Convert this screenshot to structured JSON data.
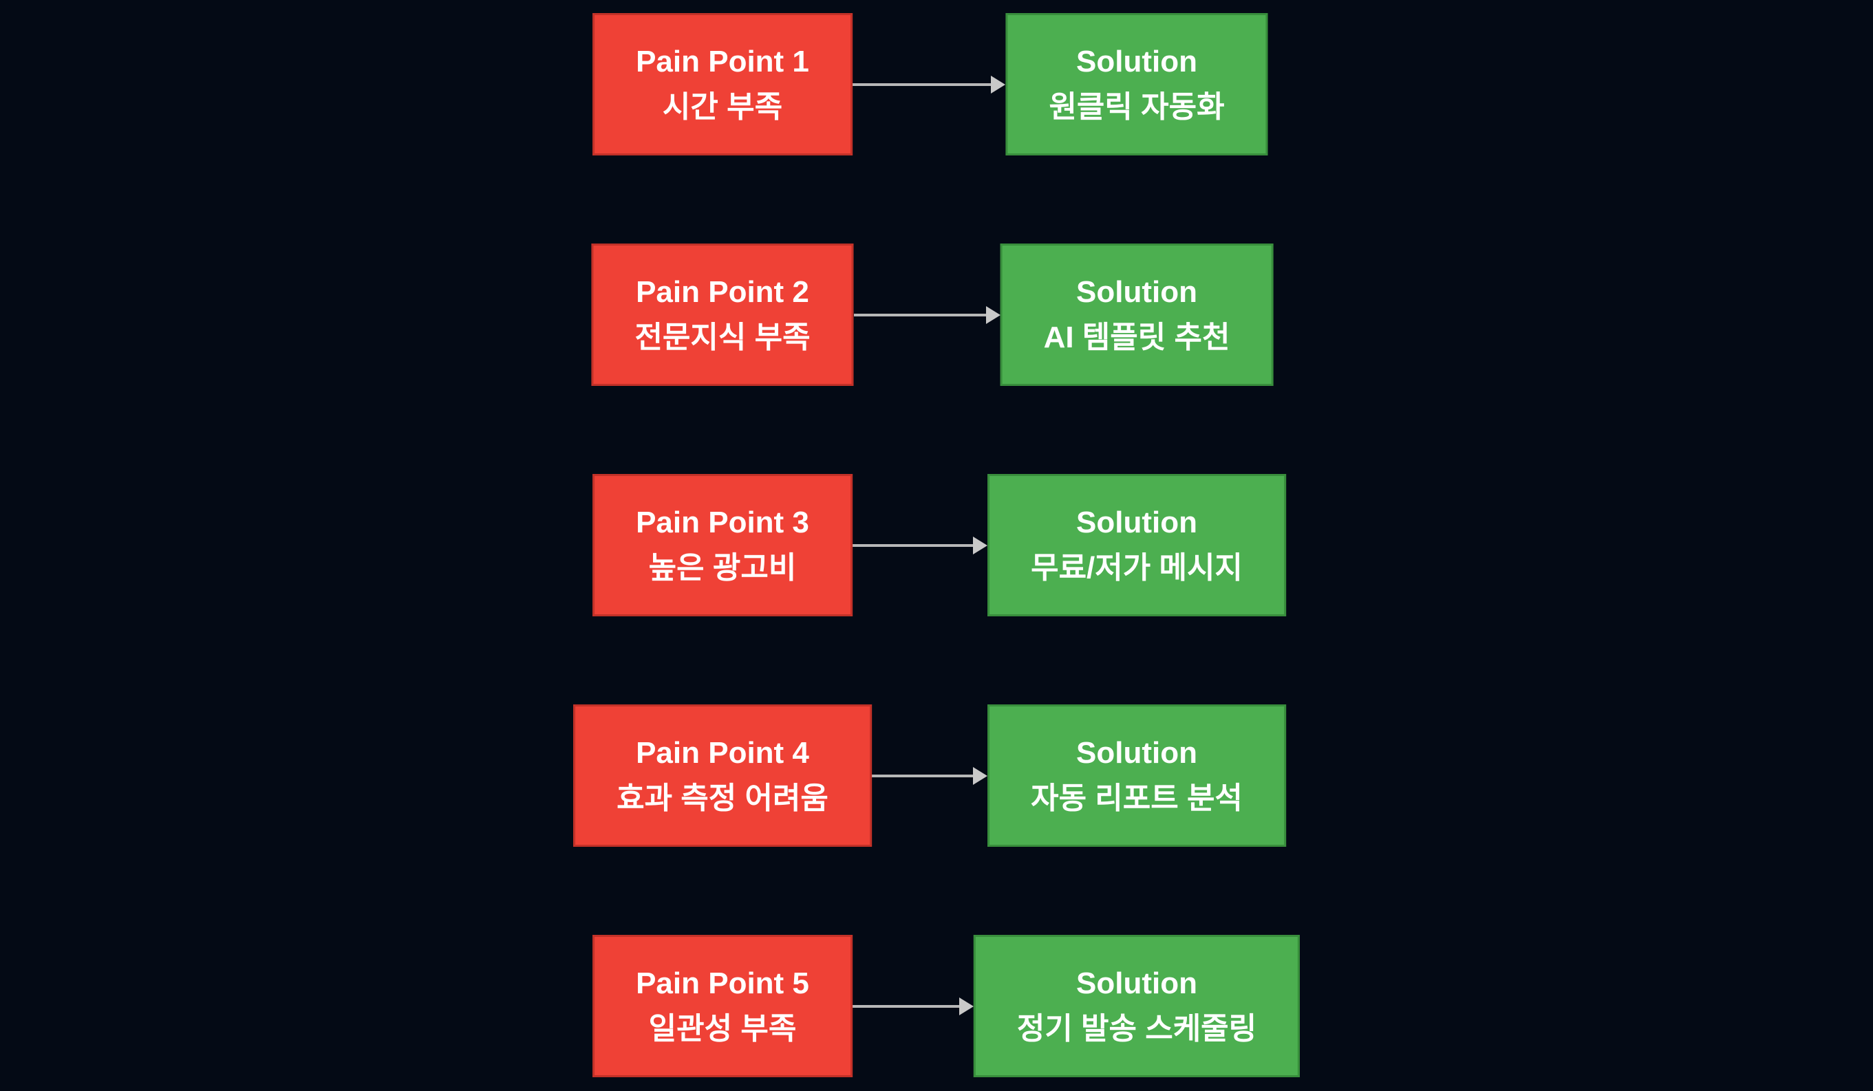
{
  "diagram": {
    "background": "#040a15",
    "text_color": "#ffffff",
    "pain_fill": "#ef4136",
    "pain_border": "#c23128",
    "solution_fill": "#4caf50",
    "solution_border": "#388e3c",
    "arrow_color": "#b7b7b7",
    "arrowhead_color": "#c9c9c9",
    "pairs": [
      {
        "pain_title": "Pain Point 1",
        "pain_label": "시간 부족",
        "solution_title": "Solution",
        "solution_label": "원클릭 자동화"
      },
      {
        "pain_title": "Pain Point 2",
        "pain_label": "전문지식 부족",
        "solution_title": "Solution",
        "solution_label": "AI 템플릿 추천"
      },
      {
        "pain_title": "Pain Point 3",
        "pain_label": "높은 광고비",
        "solution_title": "Solution",
        "solution_label": "무료/저가 메시지"
      },
      {
        "pain_title": "Pain Point 4",
        "pain_label": "효과 측정 어려움",
        "solution_title": "Solution",
        "solution_label": "자동 리포트 분석"
      },
      {
        "pain_title": "Pain Point 5",
        "pain_label": "일관성 부족",
        "solution_title": "Solution",
        "solution_label": "정기 발송 스케줄링"
      }
    ]
  }
}
